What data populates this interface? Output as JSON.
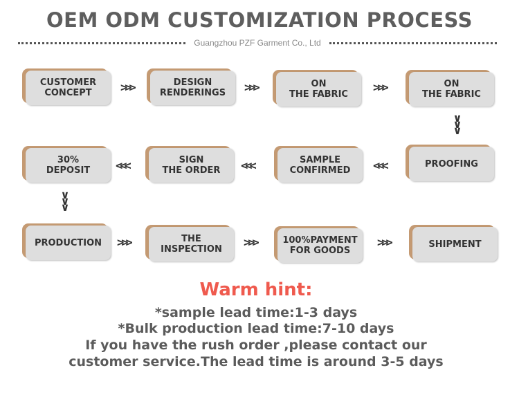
{
  "header": {
    "title": "OEM ODM CUSTOMIZATION PROCESS",
    "company": "Guangzhou PZF Garment Co., Ltd"
  },
  "steps": [
    {
      "label": "CUSTOMER\nCONCEPT"
    },
    {
      "label": "DESIGN\nRENDERINGS"
    },
    {
      "label": "ON\nTHE FABRIC"
    },
    {
      "label": "ON\nTHE FABRIC"
    },
    {
      "label": "PROOFING"
    },
    {
      "label": "SAMPLE\nCONFIRMED"
    },
    {
      "label": "SIGN\nTHE ORDER"
    },
    {
      "label": "30%\nDEPOSIT"
    },
    {
      "label": "PRODUCTION"
    },
    {
      "label": "THE\nINSPECTION"
    },
    {
      "label": "100%PAYMENT\nFOR GOODS"
    },
    {
      "label": "SHIPMENT"
    }
  ],
  "arrows": {
    "right": ">>>",
    "left": "<<<",
    "down": "∨\n∨\n∨"
  },
  "hint": {
    "title": "Warm hint:",
    "lines": [
      "*sample lead time:1-3 days",
      "*Bulk production lead time:7-10 days",
      "If you have the rush order ,please contact our",
      "customer service.The lead time is around 3-5 days"
    ]
  },
  "colors": {
    "accent": "#c49a73",
    "box": "#dedede",
    "hint_title": "#ef5a4e",
    "text": "#5b5b5b"
  }
}
